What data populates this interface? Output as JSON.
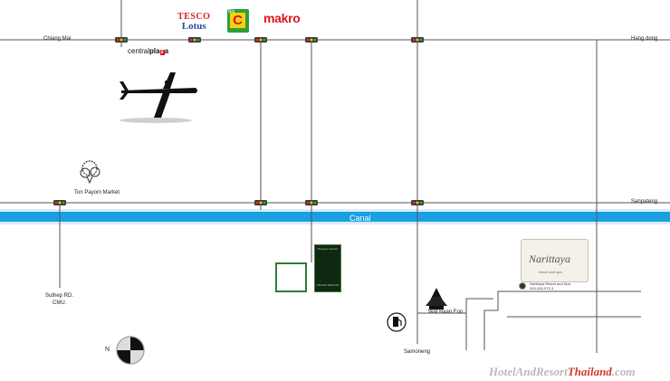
{
  "roads": {
    "top_left": "Chiang Mai",
    "top_right": "Hang dong",
    "mid_right": "Sanpateng",
    "bottom_left_line1": "Suthep RD.",
    "bottom_left_line2": "CMU.",
    "bottom_center": "Samoneng"
  },
  "places": {
    "ton_payom": "Ton Payom Market",
    "wat_baan_fon": "Wat Baan Fon",
    "canal": "Canal"
  },
  "logos": {
    "tesco_line1": "TESCO",
    "tesco_line2": "Lotus",
    "bigc_small": "Big",
    "bigc_letter": "C",
    "makro": "makro",
    "central_part1": "central",
    "central_part2": "pla",
    "central_x": "z",
    "central_part3": "a",
    "dark_logo_top": "Phayapa Garden",
    "dark_logo_bottom": "ORCHID RESORT",
    "narittaya_title": "Narittaya",
    "narittaya_sub": "resort and spa",
    "narittaya_caption_line1": "Narittaya Resort and Spa",
    "narittaya_caption_line2": "053-430-972-3"
  },
  "compass_label": "N",
  "watermark_part1": "HotelAndResort",
  "watermark_part2": "Thailand",
  "watermark_part3": ".com",
  "colors": {
    "road": "#555555",
    "canal": "#1aa0e0",
    "canal_light": "#d8eef9",
    "traffic_light": "#3a3a3a",
    "lamp_red": "#e52a1e",
    "lamp_yellow": "#f3c316",
    "lamp_green": "#27a844"
  },
  "icons": [
    "airplane-icon",
    "traffic-light-icon",
    "temple-icon",
    "gas-station-icon",
    "compass-icon",
    "tree-icon"
  ]
}
